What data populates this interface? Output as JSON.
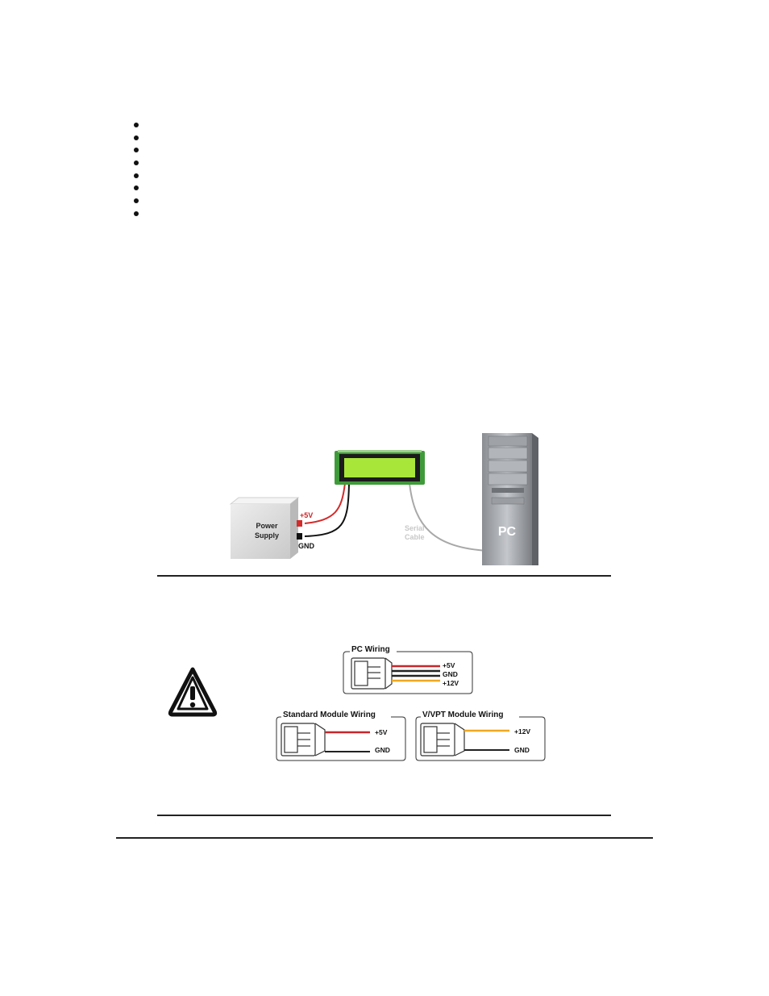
{
  "bullet_count": 8,
  "diagram": {
    "power_supply_label": [
      "Power",
      "Supply"
    ],
    "plus5v_label": "+5V",
    "gnd_label": "GND",
    "serial_cable_label": [
      "Serial",
      "Cable"
    ],
    "pc_label": "PC",
    "colors": {
      "red_wire": "#d42a2a",
      "black_wire": "#111111",
      "cable": "#a8a8a8",
      "lcd_green": "#a8e63a",
      "pcb_green": "#3f9b3a"
    }
  },
  "wiring": {
    "pc": {
      "title": "PC Wiring",
      "labels": [
        "+5V",
        "GND",
        "+12V"
      ],
      "colors": [
        "#c8262a",
        "#222222",
        "#222222",
        "#f0a81e"
      ]
    },
    "standard": {
      "title": "Standard Module Wiring",
      "labels": [
        "+5V",
        "GND"
      ],
      "colors": [
        "#c8262a",
        "#222222"
      ]
    },
    "vvpt": {
      "title": "V/VPT Module Wiring",
      "labels": [
        "+12V",
        "GND"
      ],
      "colors": [
        "#f0a81e",
        "#222222"
      ]
    }
  },
  "icons": {
    "warning": "warning-triangle-icon"
  }
}
